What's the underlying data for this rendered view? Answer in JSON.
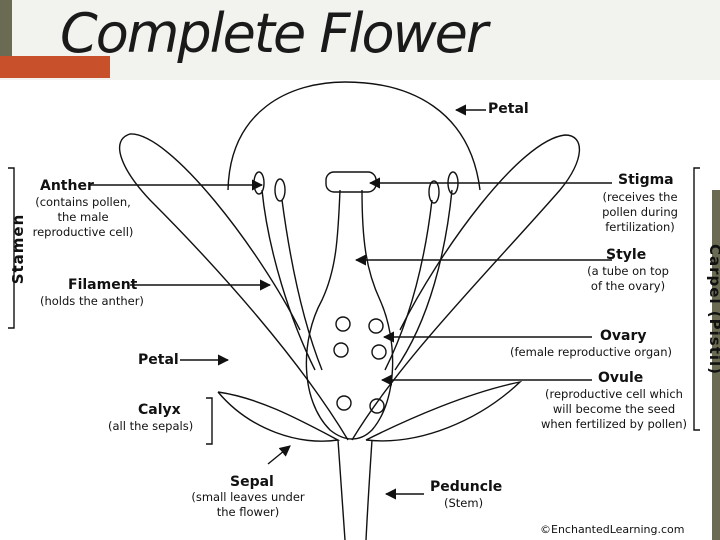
{
  "title": "Complete Flower",
  "labels": {
    "petal_top": "Petal",
    "stigma": "Stigma",
    "stigma_desc": [
      "(receives the",
      "pollen during",
      "fertilization)"
    ],
    "anther": "Anther",
    "anther_desc": [
      "(contains pollen,",
      "the male",
      "reproductive cell)"
    ],
    "stamen": "Stamen",
    "style": "Style",
    "style_desc": [
      "(a tube on top",
      "of the ovary)"
    ],
    "filament": "Filament",
    "filament_desc": "(holds the anther)",
    "carpel": "Carpel (Pistil)",
    "ovary": "Ovary",
    "ovary_desc": "(female reproductive organ)",
    "petal_left": "Petal",
    "ovule": "Ovule",
    "ovule_desc": [
      "(reproductive cell which",
      "will become the seed",
      "when fertilized by pollen)"
    ],
    "calyx": "Calyx",
    "calyx_desc": "(all the sepals)",
    "sepal": "Sepal",
    "sepal_desc": [
      "(small leaves under",
      "the flower)"
    ],
    "peduncle": "Peduncle",
    "peduncle_desc": "(Stem)",
    "copyright": "©EnchantedLearning.com"
  },
  "colors": {
    "title_bg": "#f2f2ee",
    "accent_dark": "#6b6a52",
    "accent_orange": "#c8502a",
    "line": "#111111"
  }
}
